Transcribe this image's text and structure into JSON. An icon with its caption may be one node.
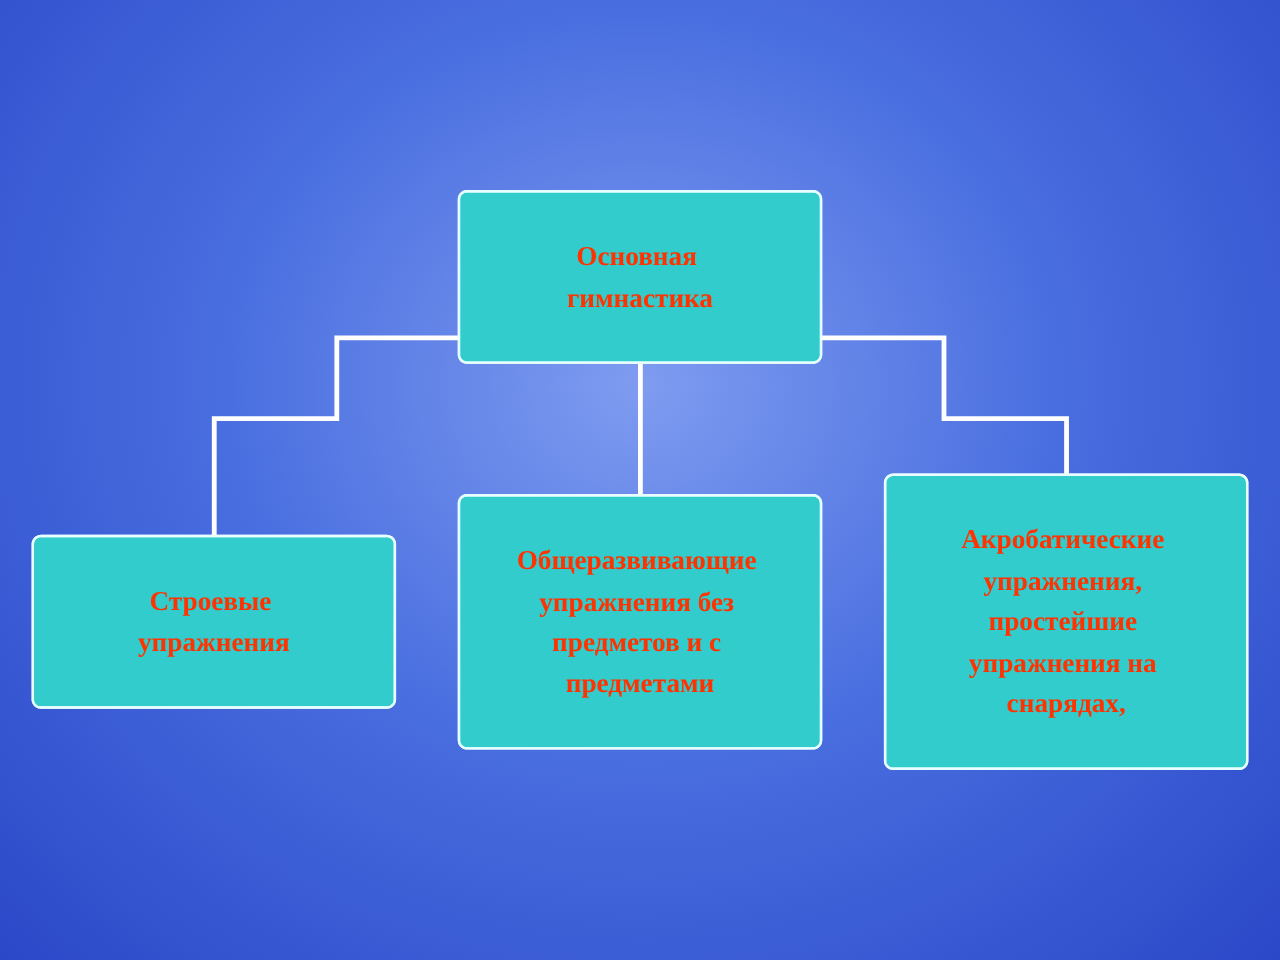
{
  "diagram": {
    "nodes": [
      {
        "text": [
          "Основная гимнастика"
        ]
      },
      {
        "text": [
          "Строевые упражнения"
        ]
      },
      {
        "text": [
          "Общеразвивающие упражнения без предметов и с предметами"
        ]
      },
      {
        "text": [
          "Акробатические упражнения, простейшие упражнения на снарядах,"
        ]
      }
    ],
    "edges": [
      {
        "from": 0,
        "to": 1,
        "arrow": "none"
      },
      {
        "from": 0,
        "to": 2,
        "arrow": "none"
      },
      {
        "from": 0,
        "to": 3,
        "arrow": "none"
      }
    ]
  }
}
